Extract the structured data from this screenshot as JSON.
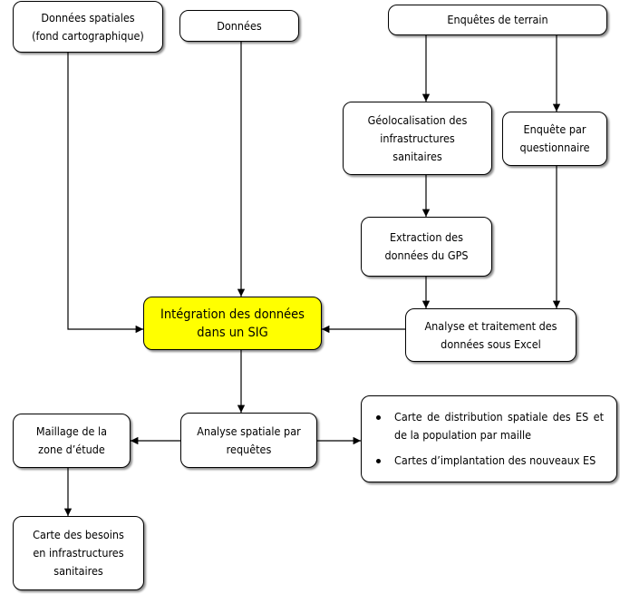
{
  "nodes": {
    "spatial_data": {
      "lines": [
        "Données spatiales",
        "(fond cartographique)"
      ]
    },
    "data": {
      "lines": [
        "Données"
      ]
    },
    "field_surveys": {
      "lines": [
        "Enquêtes de terrain"
      ]
    },
    "geolocation": {
      "lines": [
        "Géolocalisation des",
        "infrastructures",
        "sanitaires"
      ]
    },
    "questionnaire": {
      "lines": [
        "Enquête par",
        "questionnaire"
      ]
    },
    "gps_extraction": {
      "lines": [
        "Extraction des",
        "données du GPS"
      ]
    },
    "gis_integration": {
      "lines": [
        "Intégration des données",
        "dans un SIG"
      ]
    },
    "excel_analysis": {
      "lines": [
        "Analyse et traitement des",
        "données sous Excel"
      ]
    },
    "spatial_analysis": {
      "lines": [
        "Analyse spatiale par",
        "requêtes"
      ]
    },
    "study_grid": {
      "lines": [
        "Maillage de la",
        "zone d’étude"
      ]
    },
    "outputs": {
      "items": [
        "Carte de distribution spatiale des ES et de la population par maille",
        "Cartes d’implantation des nouveaux ES"
      ]
    },
    "needs_map": {
      "lines": [
        "Carte des besoins",
        "en infrastructures",
        "sanitaires"
      ]
    }
  },
  "colors": {
    "highlight": "#ffff00",
    "stroke": "#000000"
  }
}
